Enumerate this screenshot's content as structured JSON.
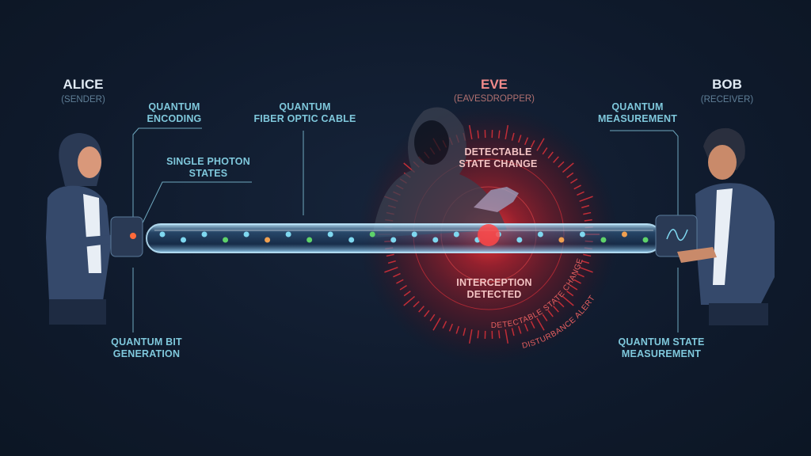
{
  "alice": {
    "name": "ALICE",
    "role": "(SENDER)"
  },
  "bob": {
    "name": "BOB",
    "role": "(RECEIVER)"
  },
  "eve": {
    "name": "EVE",
    "role": "(EAVESDROPPER)"
  },
  "labels": {
    "quantum_encoding": [
      "QUANTUM",
      "ENCODING"
    ],
    "fiber_optic_cable": [
      "QUANTUM",
      "FIBER OPTIC CABLE"
    ],
    "single_photon_states": [
      "SINGLE PHOTON",
      "STATES"
    ],
    "quantum_bit_generation": [
      "QUANTUM BIT",
      "GENERATION"
    ],
    "quantum_measurement": [
      "QUANTUM",
      "MEASUREMENT"
    ],
    "quantum_state_measurement": [
      "QUANTUM STATE",
      "MEASUREMENT"
    ],
    "detectable_state_change": [
      "DETECTABLE",
      "STATE CHANGE"
    ],
    "interception_detected": [
      "INTERCEPTION",
      "DETECTED"
    ],
    "arc_detectable_state_change": "DETECTABLE STATE CHANGE",
    "arc_disturbance_alert": "DISTURBANCE ALERT"
  },
  "colors": {
    "background": "#0f1a2c",
    "label": "#7fc8dc",
    "alert": "#e8323a",
    "tube": "#9fdcff"
  },
  "photons": [
    "#7fd8f0",
    "#7fd8f0",
    "#7fd8f0",
    "#5ed36a",
    "#7fd8f0",
    "#f0a050",
    "#7fd8f0",
    "#5ed36a",
    "#7fd8f0",
    "#7fd8f0",
    "#5ed36a",
    "#7fd8f0",
    "#7fd8f0",
    "#7fd8f0",
    "#7fd8f0",
    "#7fd8f0",
    "#7fd8f0",
    "#7fd8f0",
    "#7fd8f0",
    "#f0a050",
    "#7fd8f0",
    "#5ed36a",
    "#f0a050",
    "#5ed36a"
  ]
}
